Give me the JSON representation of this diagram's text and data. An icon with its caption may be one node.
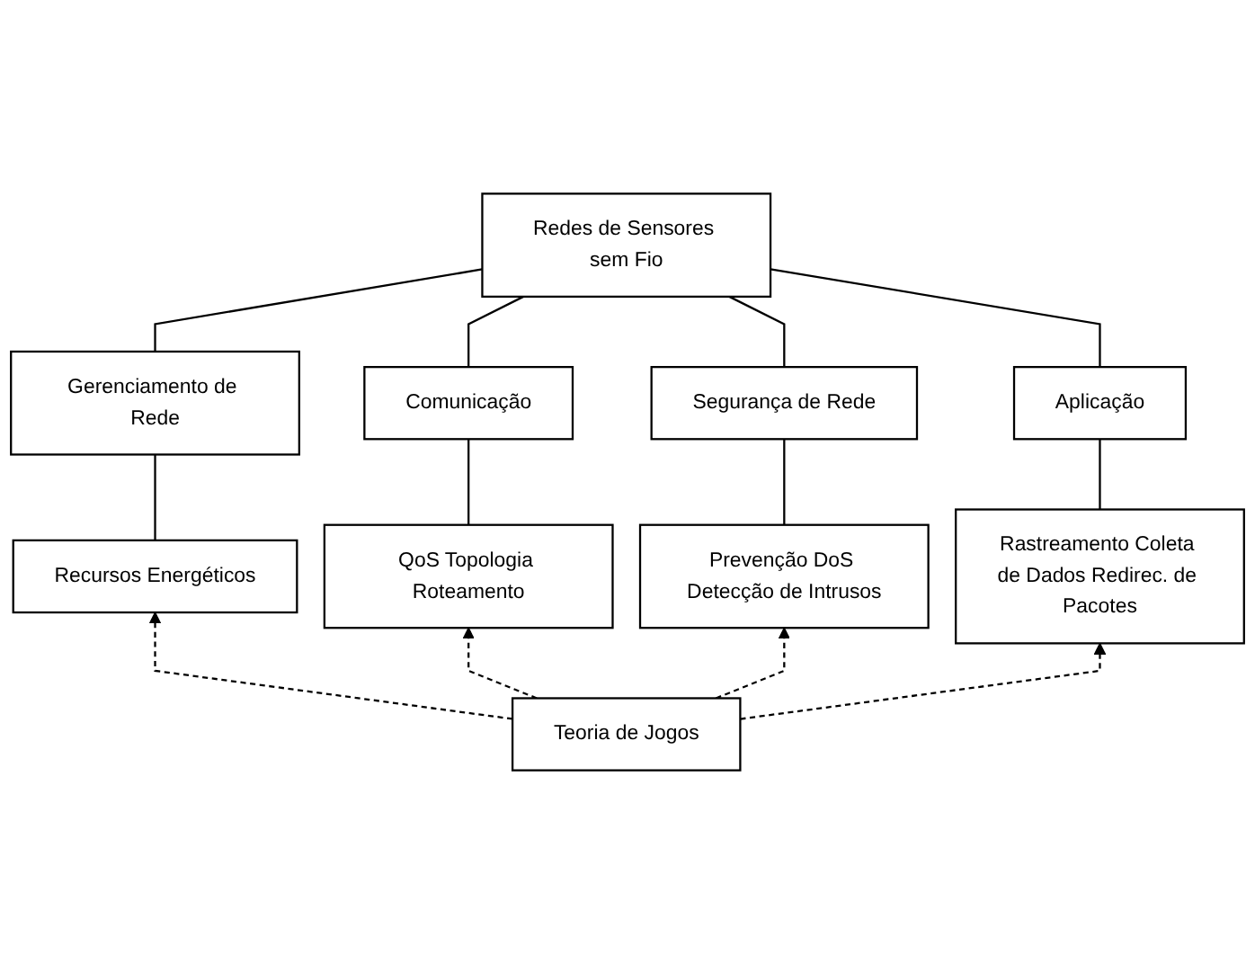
{
  "diagram": {
    "nodes": [
      {
        "text": [
          "Redes de Sensores sem Fio"
        ]
      },
      {
        "text": [
          "Gerenciamento de Rede"
        ]
      },
      {
        "text": [
          "Comunicação"
        ]
      },
      {
        "text": [
          "Segurança de Rede"
        ]
      },
      {
        "text": [
          "Aplicação"
        ]
      },
      {
        "text": [
          "Recursos Energéticos"
        ]
      },
      {
        "text": [
          "QoS Topologia Roteamento"
        ]
      },
      {
        "text": [
          "Prevenção DoS Detecção de Intrusos"
        ]
      },
      {
        "text": [
          "Rastreamento Coleta de Dados Redirec. de Pacotes"
        ]
      },
      {
        "text": [
          "Teoria de Jogos"
        ]
      }
    ],
    "edges": [
      {
        "from": 0,
        "to": 1,
        "arrow": "none"
      },
      {
        "from": 0,
        "to": 2,
        "arrow": "none"
      },
      {
        "from": 0,
        "to": 3,
        "arrow": "none"
      },
      {
        "from": 0,
        "to": 4,
        "arrow": "none"
      },
      {
        "from": 1,
        "to": 5,
        "arrow": "none"
      },
      {
        "from": 2,
        "to": 6,
        "arrow": "none"
      },
      {
        "from": 3,
        "to": 7,
        "arrow": "none"
      },
      {
        "from": 4,
        "to": 8,
        "arrow": "none"
      },
      {
        "from": 9,
        "to": 5,
        "arrow": "to",
        "style": "dashed"
      },
      {
        "from": 9,
        "to": 6,
        "arrow": "to",
        "style": "dashed"
      },
      {
        "from": 9,
        "to": 7,
        "arrow": "to",
        "style": "dashed"
      },
      {
        "from": 9,
        "to": 8,
        "arrow": "to",
        "style": "dashed"
      }
    ]
  }
}
